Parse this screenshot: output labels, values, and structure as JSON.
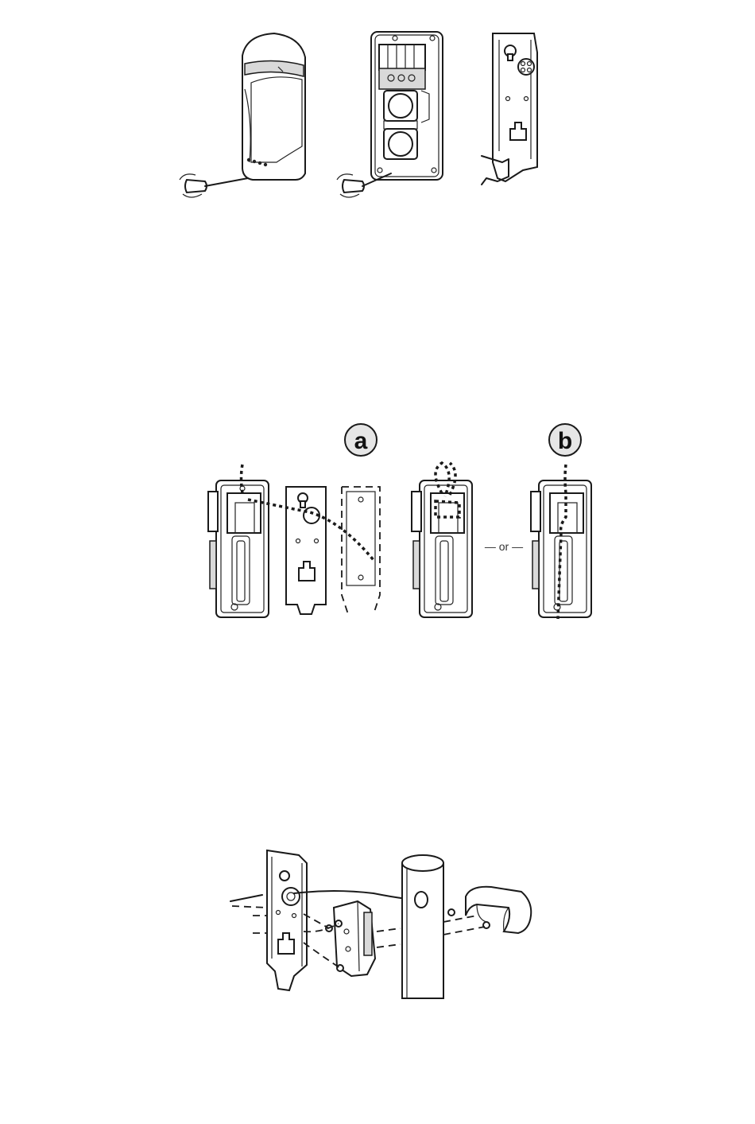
{
  "figure2": {
    "label_a": "a",
    "label_b": "b",
    "or_text": "— or —"
  },
  "icons": {
    "screwdriver": "screwdriver-icon",
    "screw": "screw-icon"
  }
}
